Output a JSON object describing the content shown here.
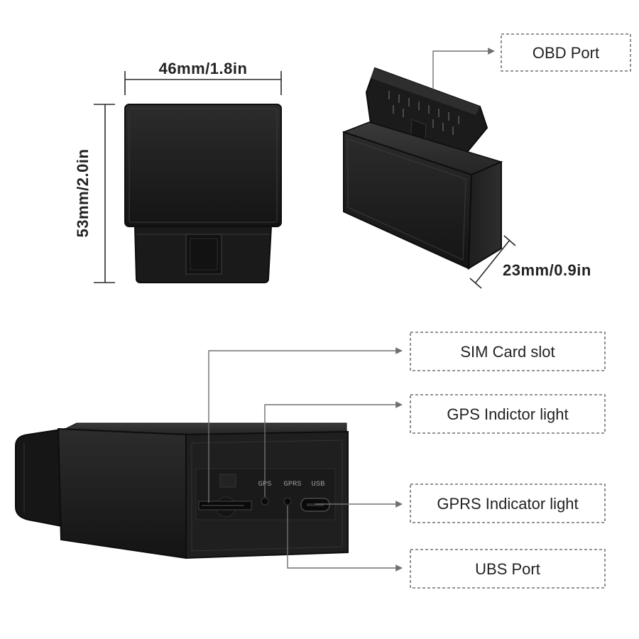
{
  "dimensions": {
    "width_label": "46mm/1.8in",
    "height_label": "53mm/2.0in",
    "depth_label": "23mm/0.9in"
  },
  "callouts": {
    "obd_port": "OBD Port",
    "sim_card_slot": "SIM Card slot",
    "gps_light": "GPS Indictor light",
    "gprs_light": "GPRS Indicator light",
    "usb_port": "UBS Port"
  },
  "device_markings": {
    "gps": "GPS",
    "gprs": "GPRS",
    "usb": "USB"
  },
  "colors": {
    "device_body": "#1c1c1c",
    "device_edge": "#3a3a3a",
    "callout_border": "#555555",
    "text": "#222222",
    "background": "#ffffff"
  }
}
